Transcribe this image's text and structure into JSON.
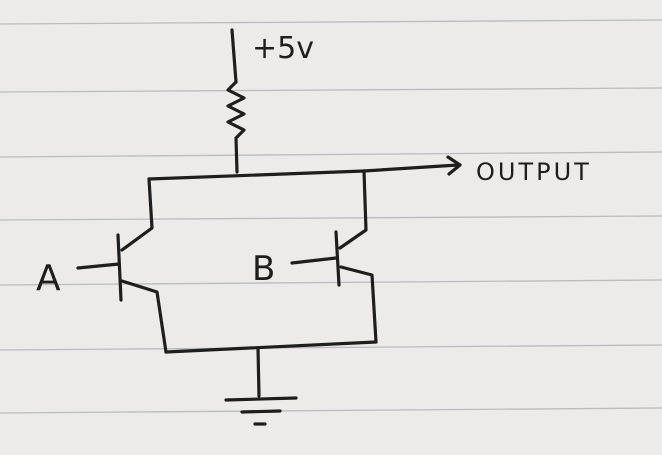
{
  "diagram": {
    "supply_label": "+5v",
    "input_a_label": "A",
    "input_b_label": "B",
    "output_label": "OUTPUT"
  }
}
